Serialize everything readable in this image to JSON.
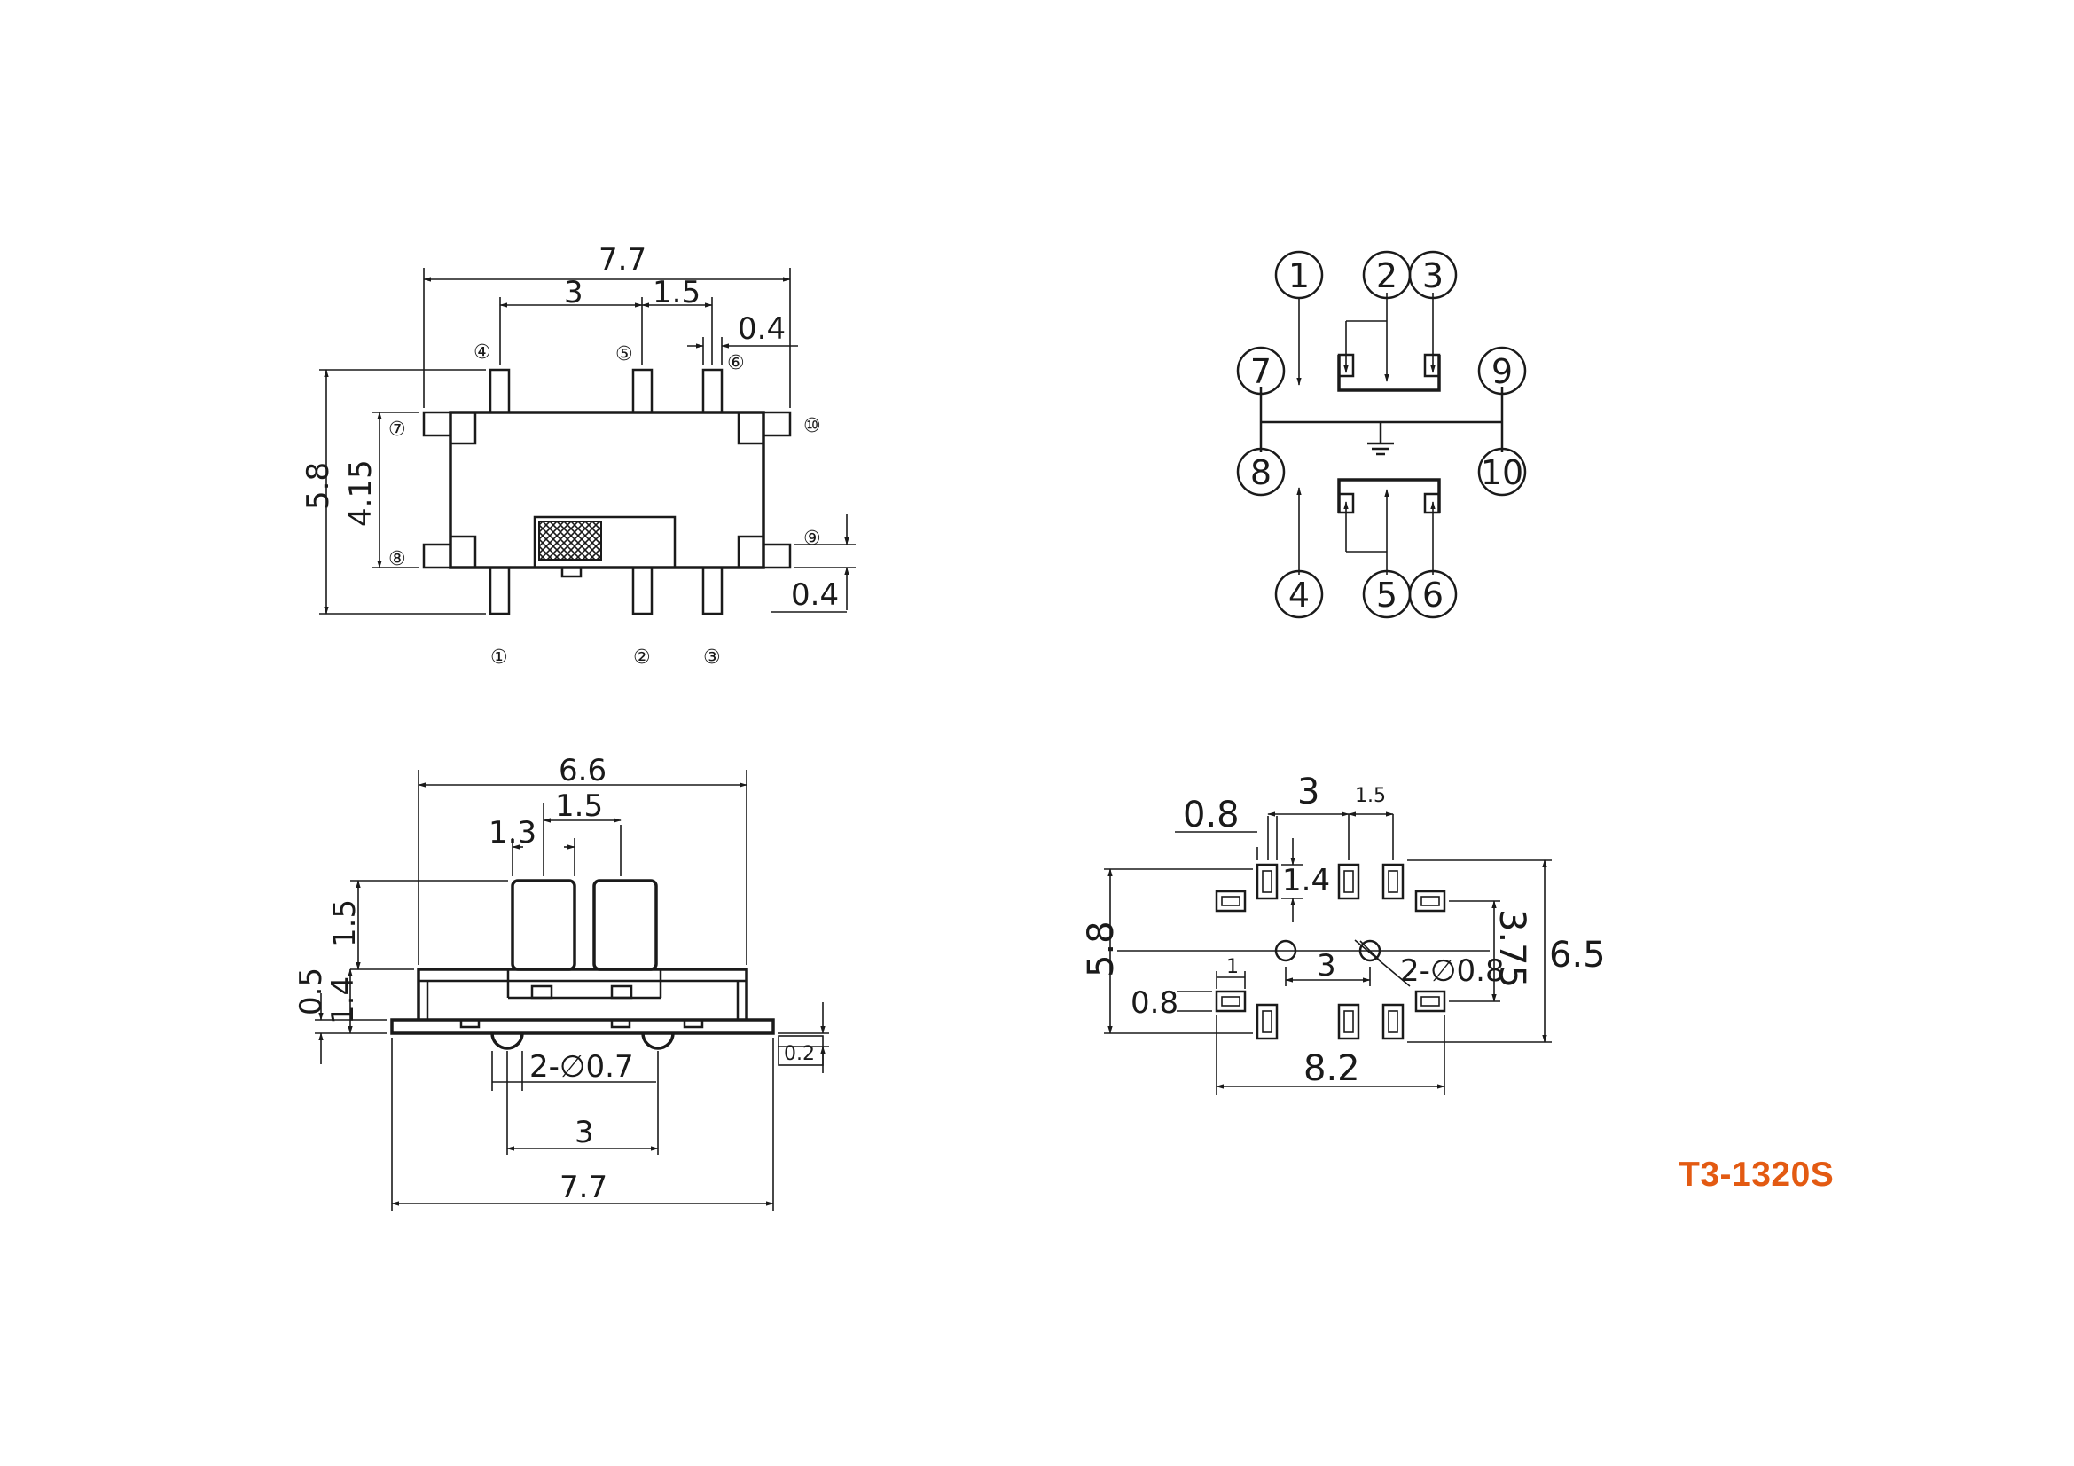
{
  "part_code": "T3-1320S",
  "colors": {
    "line": "#1a1a1a",
    "part_code": "#e35a12",
    "hatch": "#1a1a1a"
  },
  "top_view": {
    "dims": {
      "overall_width": "7.7",
      "pin_spacing_a": "3",
      "pin_spacing_b": "1.5",
      "pin_width": "0.4",
      "overall_height": "5.8",
      "body_height": "4.15",
      "side_pin_width": "0.4"
    },
    "pins": [
      "④",
      "⑤",
      "⑥",
      "⑦",
      "⑩",
      "⑧",
      "⑨",
      "①",
      "②",
      "③"
    ]
  },
  "schematic": {
    "pins": [
      "1",
      "2",
      "3",
      "7",
      "9",
      "8",
      "10",
      "4",
      "5",
      "6"
    ]
  },
  "front_view": {
    "dims": {
      "body_width": "6.6",
      "actuator_pitch": "1.5",
      "actuator_width": "1.3",
      "actuator_height": "1.5",
      "base_height": "0.5",
      "body_height": "1.4",
      "peg_height": "0.2",
      "peg_diameter": "2-∅0.7",
      "peg_spacing": "3",
      "overall_width": "7.7"
    }
  },
  "footprint": {
    "dims": {
      "pad_width": "0.8",
      "pad_spacing_a": "3",
      "pad_spacing_b": "1.5",
      "pad_length": "1.4",
      "row_spacing": "5.8",
      "inner_span": "3.75",
      "outer_span": "6.5",
      "hole_spacing": "3",
      "hole_diameter": "2-∅0.8",
      "side_pad_width": "1",
      "side_pad_height": "0.8",
      "overall_width": "8.2"
    }
  }
}
